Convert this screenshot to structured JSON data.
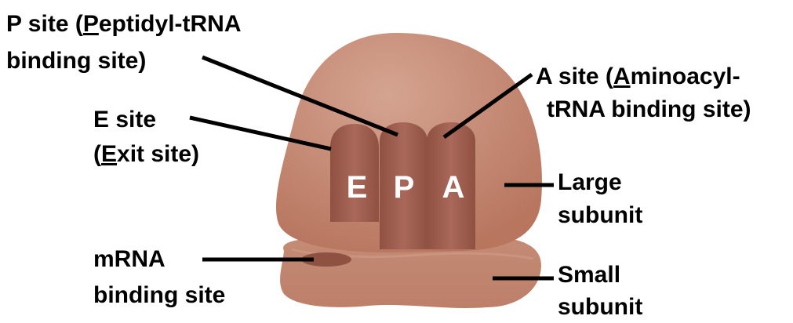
{
  "colors": {
    "large_subunit": "#b8765f",
    "large_subunit_light": "#d4a491",
    "small_subunit": "#bd7f69",
    "tunnel": "#8f5141",
    "tunnel_light": "#a9685a",
    "leader_line": "#000000",
    "label_text": "#000000",
    "site_letter": "#ffffff"
  },
  "sites": {
    "e_letter": "E",
    "p_letter": "P",
    "a_letter": "A"
  },
  "labels": {
    "p_site": {
      "line1_pre": "P site (",
      "line1_ul": "P",
      "line1_post": "eptidyl-tRNA",
      "line2": "binding site)"
    },
    "a_site": {
      "line1_pre": "A site (",
      "line1_ul": "A",
      "line1_post": "minoacyl-",
      "line2": "tRNA binding site)"
    },
    "e_site": {
      "line1": "E site",
      "line2_pre": "(",
      "line2_ul": "E",
      "line2_post": "xit site)"
    },
    "large_subunit": {
      "line1": "Large",
      "line2": "subunit"
    },
    "mrna_site": {
      "line1": "mRNA",
      "line2": "binding site"
    },
    "small_subunit": {
      "line1": "Small",
      "line2": "subunit"
    }
  }
}
